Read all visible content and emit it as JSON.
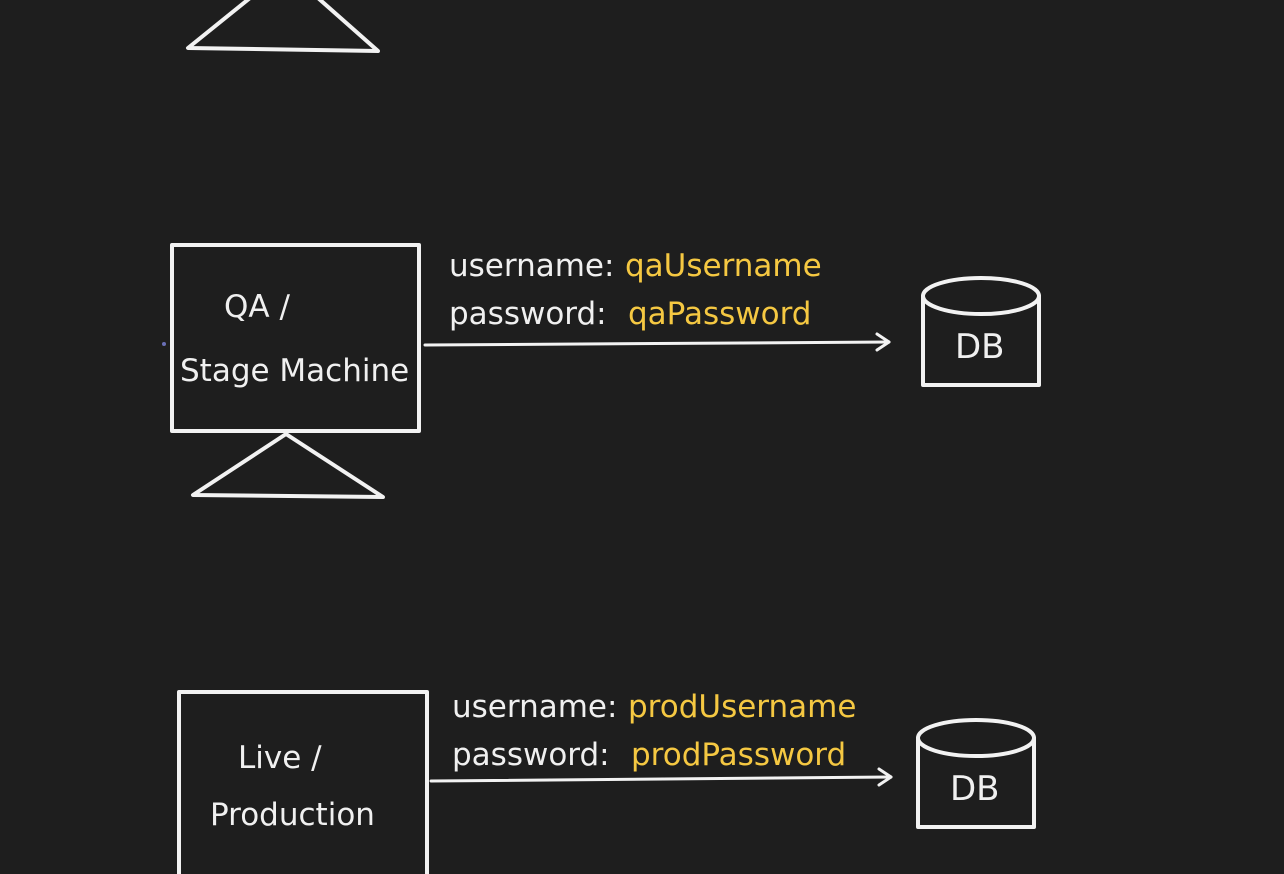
{
  "colors": {
    "background": "#1e1e1e",
    "stroke": "#f2f2f2",
    "value_highlight": "#f5c842"
  },
  "machines": [
    {
      "id": "qa",
      "label_line1": "QA /",
      "label_line2": "Stage Machine",
      "credentials": {
        "username_label": "username:",
        "username_value": "qaUsername",
        "password_label": "password:",
        "password_value": "qaPassword"
      },
      "db_label": "DB"
    },
    {
      "id": "prod",
      "label_line1": "Live /",
      "label_line2": "Production",
      "credentials": {
        "username_label": "username:",
        "username_value": "prodUsername",
        "password_label": "password:",
        "password_value": "prodPassword"
      },
      "db_label": "DB"
    }
  ]
}
